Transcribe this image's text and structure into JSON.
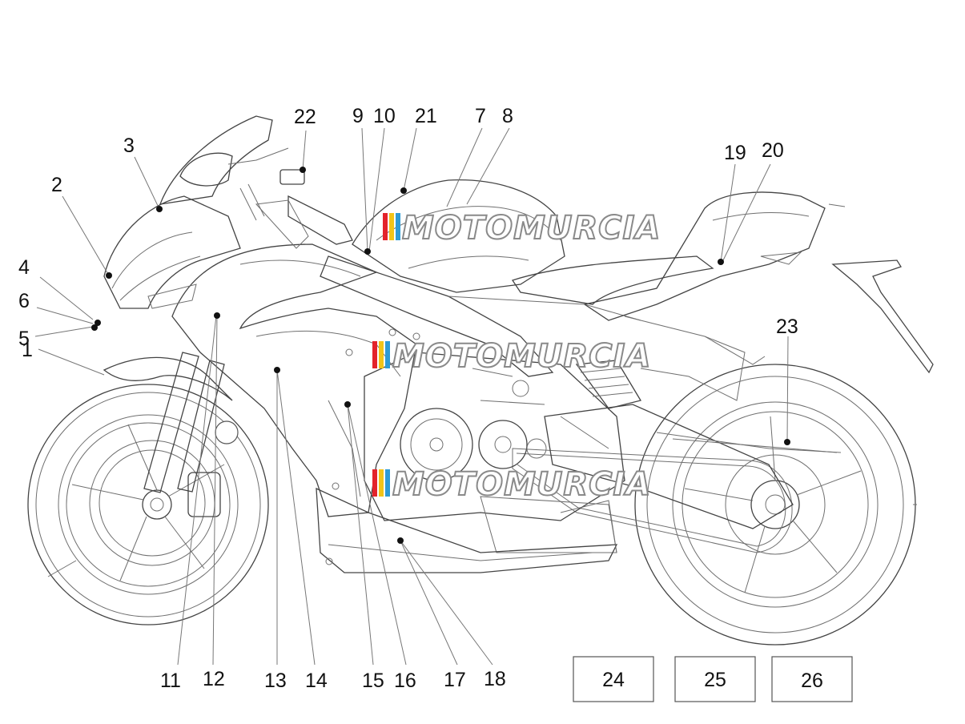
{
  "watermark": "MOTOMURCIA",
  "watermark_colors": [
    "#e3232b",
    "#f2c419",
    "#2e9bd6",
    "#8a8a8a"
  ],
  "callouts": [
    {
      "id": "1",
      "label": "1"
    },
    {
      "id": "2",
      "label": "2"
    },
    {
      "id": "3",
      "label": "3"
    },
    {
      "id": "4",
      "label": "4"
    },
    {
      "id": "5",
      "label": "5"
    },
    {
      "id": "6",
      "label": "6"
    },
    {
      "id": "7",
      "label": "7"
    },
    {
      "id": "8",
      "label": "8"
    },
    {
      "id": "9",
      "label": "9"
    },
    {
      "id": "10",
      "label": "10"
    },
    {
      "id": "11",
      "label": "11"
    },
    {
      "id": "12",
      "label": "12"
    },
    {
      "id": "13",
      "label": "13"
    },
    {
      "id": "14",
      "label": "14"
    },
    {
      "id": "15",
      "label": "15"
    },
    {
      "id": "16",
      "label": "16"
    },
    {
      "id": "17",
      "label": "17"
    },
    {
      "id": "18",
      "label": "18"
    },
    {
      "id": "19",
      "label": "19"
    },
    {
      "id": "20",
      "label": "20"
    },
    {
      "id": "21",
      "label": "21"
    },
    {
      "id": "22",
      "label": "22"
    },
    {
      "id": "23",
      "label": "23"
    }
  ],
  "boxes": [
    {
      "label": "24"
    },
    {
      "label": "25"
    },
    {
      "label": "26"
    }
  ]
}
